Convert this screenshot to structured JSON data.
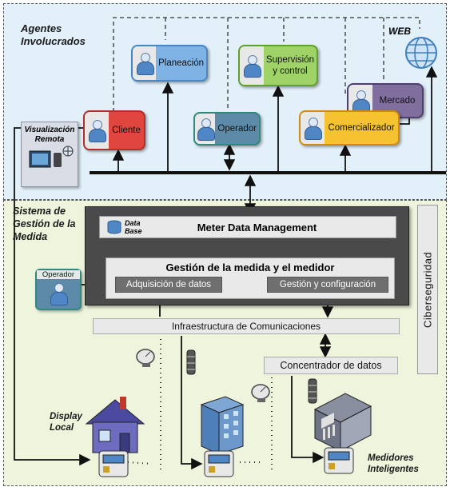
{
  "zones": {
    "agents_title": "Agentes Involucrados",
    "system_title": "Sistema de Gestión de la Medida"
  },
  "agents": {
    "cliente": "Cliente",
    "planeacion": "Planeación",
    "operador": "Operador",
    "supervision": "Supervisión y control",
    "mercado": "Mercado",
    "comercializador": "Comercializador",
    "web": "WEB",
    "visualizacion": "Visualización Remota"
  },
  "system": {
    "mdm_title": "Meter Data Management",
    "database": "Data Base",
    "gestion_title": "Gestión de la medida y el medidor",
    "adquisicion": "Adquisición de datos",
    "gestion_config": "Gestión y configuración",
    "operador": "Operador",
    "ciberseguridad": "Ciberseguridad",
    "infraestructura": "Infraestructura de Comunicaciones",
    "concentrador": "Concentrador de datos"
  },
  "field": {
    "display_local": "Display Local",
    "medidores": "Medidores Inteligentes"
  },
  "colors": {
    "agents_bg": "#e2f0fa",
    "system_bg": "#eef5dc",
    "cliente": "#e0463f",
    "planeacion": "#7fb2e5",
    "operador": "#5c8aa8",
    "supervision": "#9fd267",
    "mercado": "#7f6e9e",
    "comercializador": "#f5c230",
    "mdm_frame": "#4a4a4a"
  }
}
